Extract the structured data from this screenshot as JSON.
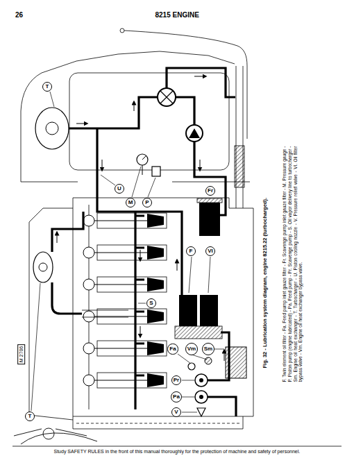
{
  "diagram": {
    "title": "8215 ENGINE",
    "caption": "Fig. 32 - Lubrication system diagram, engine 8215.22 (turbocharged).",
    "nodes": [
      {
        "text": [
          "T"
        ]
      },
      {
        "text": [
          "U"
        ]
      },
      {
        "text": [
          "M"
        ]
      },
      {
        "text": [
          "P"
        ]
      },
      {
        "text": [
          "Fr"
        ]
      },
      {
        "text": [
          "F"
        ]
      },
      {
        "text": [
          "VI"
        ]
      },
      {
        "text": [
          "S"
        ]
      },
      {
        "text": [
          "Fa"
        ]
      },
      {
        "text": [
          "Vm"
        ]
      },
      {
        "text": [
          "Sm"
        ]
      },
      {
        "text": [
          "Pr"
        ]
      },
      {
        "text": [
          "Pa"
        ]
      },
      {
        "text": [
          "V"
        ]
      },
      {
        "text": [
          "T"
        ]
      }
    ],
    "labels": [
      "26",
      "F. Twin element oil filter - Fa. Feed pump inlet gauze filter - Fr. Scavenge pump inlet gauze filter - M. Pressure gauge - P. Piston pump (engine lubricated) - Pa. Feed pump - Pr. Scavenge pump - S. Oil vapor delivery line to turbocharger - Sm. Engine oil heat exchanger - T. Turbocharger - U. Piston cooling nozzle - V. Pressure relief valve - VI. Oil filter bypass valve - Vm. Engine oil heat exchanger bypass valve.",
      "M 2706",
      "Study SAFETY RULES in the front of this manual thoroughly for the protection of machine and safety of personnel."
    ]
  }
}
